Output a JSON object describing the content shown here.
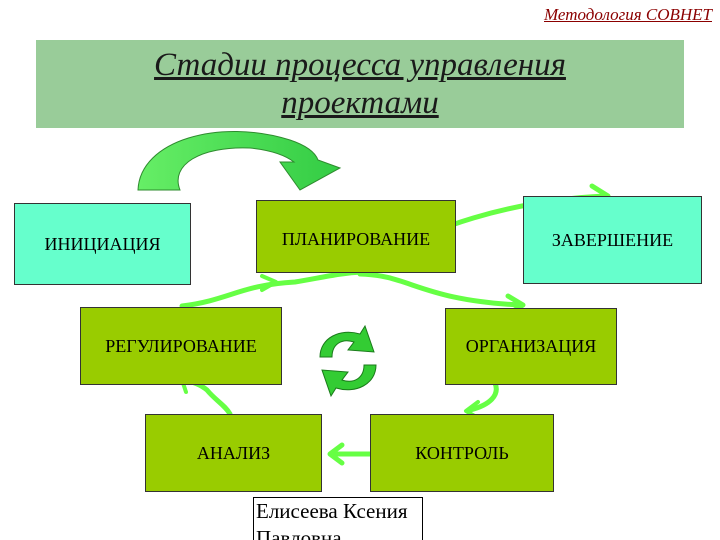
{
  "header": {
    "caption": "Методология СОВНЕТ"
  },
  "title": "Стадии процесса управления проектами",
  "stages": {
    "initiation": "ИНИЦИАЦИЯ",
    "planning": "ПЛАНИРОВАНИЕ",
    "completion": "ЗАВЕРШЕНИЕ",
    "regulation": "РЕГУЛИРОВАНИЕ",
    "organization": "ОРГАНИЗАЦИЯ",
    "analysis": "АНАЛИЗ",
    "control": "КОНТРОЛЬ"
  },
  "author": "Елисеева Ксения Павловна",
  "colors": {
    "title_band": "#99cc99",
    "teal_box": "#66ffcc",
    "olive_box": "#99cc00",
    "arrow": "#66ff44",
    "caption": "#8b0000"
  }
}
